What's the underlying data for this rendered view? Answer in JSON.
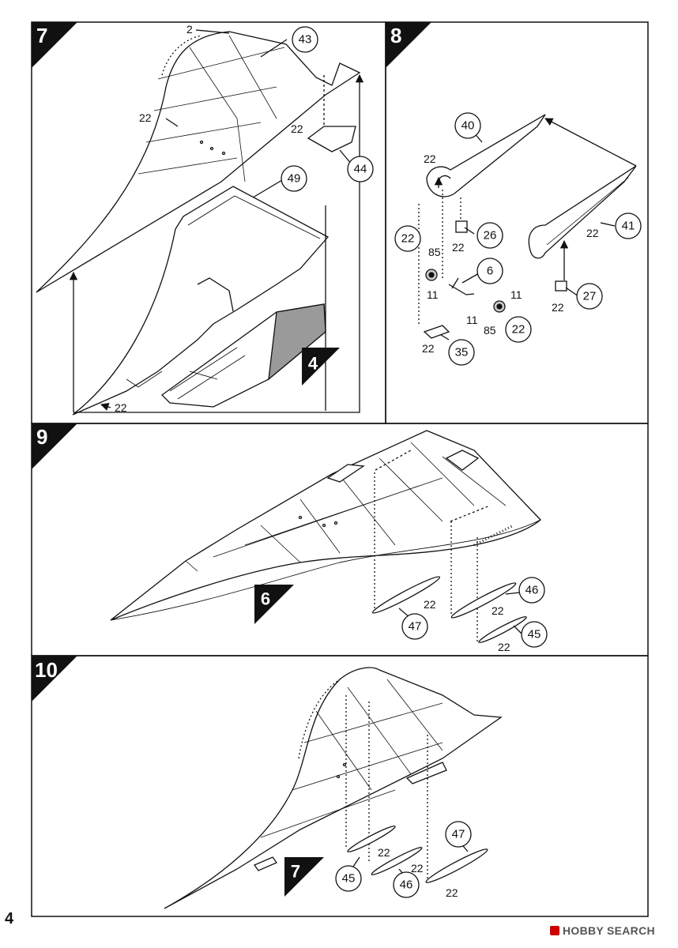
{
  "page_number": "4",
  "brand": "HOBBY SEARCH",
  "steps": [
    {
      "number": "7",
      "parts": [
        "2",
        "43",
        "22",
        "22",
        "44",
        "49",
        "22"
      ],
      "reference": "4"
    },
    {
      "number": "8",
      "parts": [
        "40",
        "22",
        "26",
        "22",
        "22",
        "85",
        "11",
        "6",
        "11",
        "85",
        "22",
        "11",
        "22",
        "35",
        "41",
        "22",
        "27",
        "22"
      ]
    },
    {
      "number": "9",
      "parts": [
        "47",
        "22",
        "46",
        "22",
        "45",
        "22"
      ],
      "reference": "6"
    },
    {
      "number": "10",
      "parts": [
        "45",
        "22",
        "46",
        "22",
        "47",
        "22"
      ],
      "reference": "7"
    }
  ],
  "colors": {
    "line": "#111111",
    "shade": "#9a9a9a",
    "background": "#ffffff"
  }
}
